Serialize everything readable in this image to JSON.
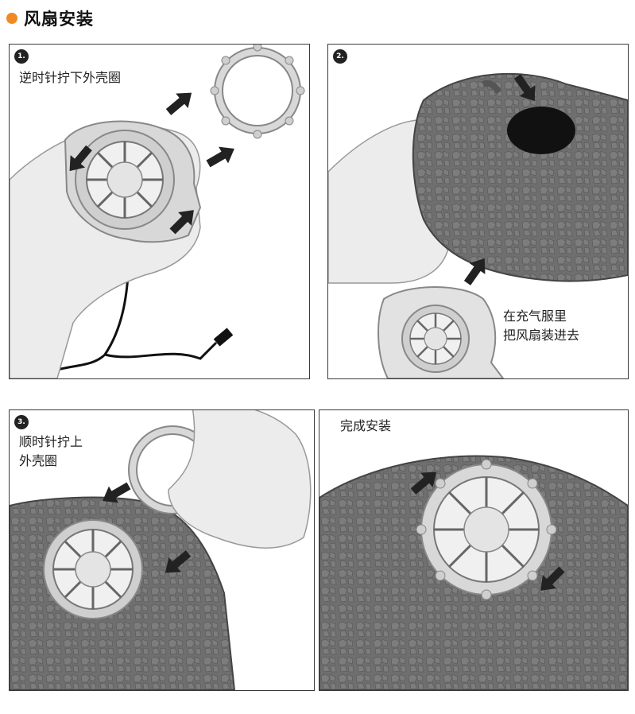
{
  "header": {
    "title": "风扇安装",
    "dot_color": "#f08a24"
  },
  "steps": [
    {
      "badge": "1.",
      "caption": "逆时针拧下外壳圈"
    },
    {
      "badge": "2.",
      "caption": "在充气服里\n把风扇装进去"
    },
    {
      "badge": "3.",
      "caption": "顺时针拧上\n外壳圈"
    },
    {
      "badge": "",
      "caption": "完成安装"
    }
  ]
}
